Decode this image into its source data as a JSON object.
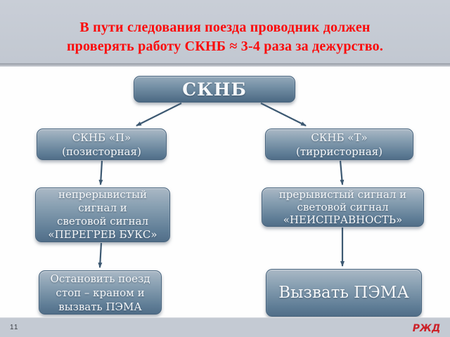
{
  "slide": {
    "title": "В пути следования поезда проводник должен\nпроверять работу СКНБ ≈ 3-4 раза за дежурство.",
    "page_number": "11"
  },
  "diagram": {
    "root": {
      "label": "СКНБ"
    },
    "nodes": {
      "sknb_p": {
        "label": "СКНБ «П»\n(позисторная)"
      },
      "sknb_t": {
        "label": "СКНБ «Т»\n(тирристорная)"
      },
      "signal_p": {
        "label": "непрерывистый\nсигнал и\nсветовой сигнал\n«ПЕРЕГРЕВ БУКС»"
      },
      "signal_t": {
        "label": "прерывистый сигнал и\nсветовой сигнал\n«НЕИСПРАВНОСТЬ»"
      },
      "action_p": {
        "label": "Остановить поезд\nстоп – краном и\nвызвать ПЭМА"
      },
      "action_t": {
        "label": "Вызвать ПЭМА"
      }
    }
  },
  "footer": {
    "logo_text": "РЖД"
  },
  "colors": {
    "title_red": "#fb0a0a",
    "header_bg": "#c2c8d1",
    "node_gradient_top": "#aab8c5",
    "node_gradient_bottom": "#516e88",
    "arrow": "#3d5972",
    "logo_red": "#cc2229"
  }
}
